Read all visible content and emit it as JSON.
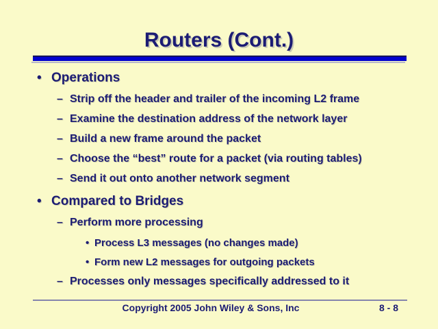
{
  "slide": {
    "title": "Routers (Cont.)",
    "colors": {
      "background": "#FAFAC9",
      "text": "#1C1C74",
      "title_rule_blue": "#0202CE",
      "title_rule_dark_edge": "#14145A",
      "title_rule_shadow": "#B6B6CB",
      "footer_rule": "#8585AD"
    },
    "bullets": [
      {
        "level": 1,
        "marker": "•",
        "text": "Operations"
      },
      {
        "level": 2,
        "marker": "–",
        "text": "Strip off the header and trailer of the incoming L2 frame"
      },
      {
        "level": 2,
        "marker": "–",
        "text": "Examine the destination address of the network layer"
      },
      {
        "level": 2,
        "marker": "–",
        "text": "Build a new frame around the packet"
      },
      {
        "level": 2,
        "marker": "–",
        "text": "Choose the “best” route for a packet (via routing tables)"
      },
      {
        "level": 2,
        "marker": "–",
        "text": "Send it out onto another network segment"
      },
      {
        "level": 1,
        "marker": "•",
        "text": "Compared to Bridges"
      },
      {
        "level": 2,
        "marker": "–",
        "text": "Perform more processing"
      },
      {
        "level": 3,
        "marker": "•",
        "text": "Process L3 messages (no changes made)"
      },
      {
        "level": 3,
        "marker": "•",
        "text": "Form new L2 messages for outgoing packets"
      },
      {
        "level": 2,
        "marker": "–",
        "text": "Processes only messages specifically addressed to it"
      }
    ],
    "footer": {
      "copyright": "Copyright 2005 John Wiley & Sons, Inc",
      "page": "8 - 8"
    }
  }
}
